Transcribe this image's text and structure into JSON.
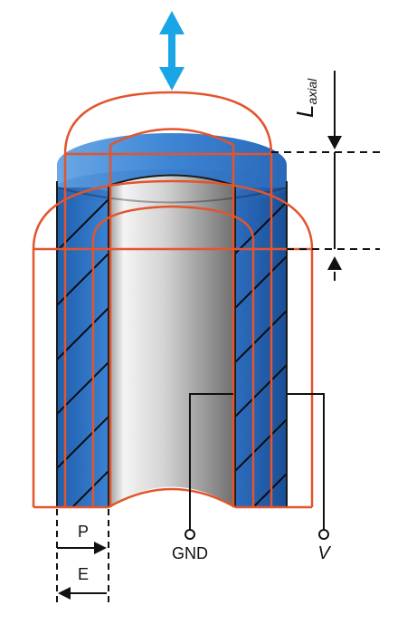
{
  "labels": {
    "axial_main": "L",
    "axial_sub": "axial",
    "p": "P",
    "e": "E",
    "gnd": "GND",
    "v": "V"
  },
  "colors": {
    "tube_blue": "#2f74c8",
    "tube_blue_light": "#5e9fe0",
    "electrode_orange": "#e2552d",
    "motion_arrow": "#1aa6e6",
    "wire": "#111111"
  },
  "icons": {
    "motion": "double-arrow-vertical-icon"
  }
}
